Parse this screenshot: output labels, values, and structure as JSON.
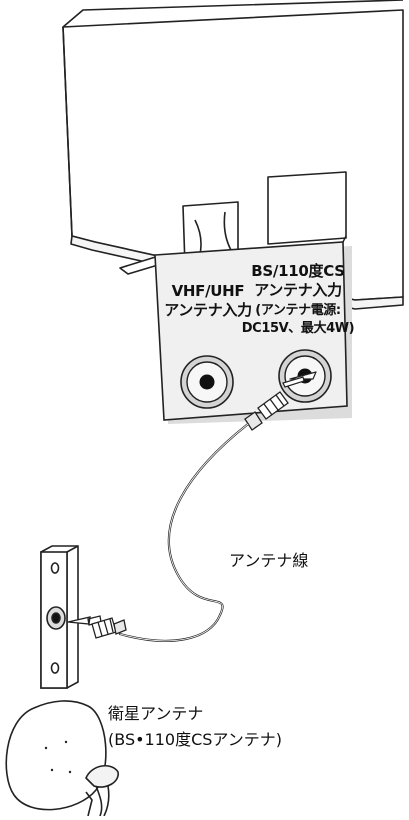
{
  "labels": {
    "vhf_line1": "VHF/UHF",
    "vhf_line2": "アンテナ入力",
    "bs_line1": "BS/110度CS",
    "bs_line2": "アンテナ入力",
    "bs_note1": "(アンテナ電源:",
    "bs_note2": "DC15V、最大4W)",
    "cable": "アンテナ線",
    "dish_line1": "衛星アンテナ",
    "dish_line2": "(BS•110度CSアンテナ)"
  },
  "colors": {
    "stroke": "#222222",
    "panel_fill": "#f0f0f0",
    "shadow_fill": "#dcdcdc",
    "port_ring": "#f7f7f7",
    "port_outer": "#d4d4d4"
  },
  "icons": {
    "arrow": "arrow-icon"
  }
}
